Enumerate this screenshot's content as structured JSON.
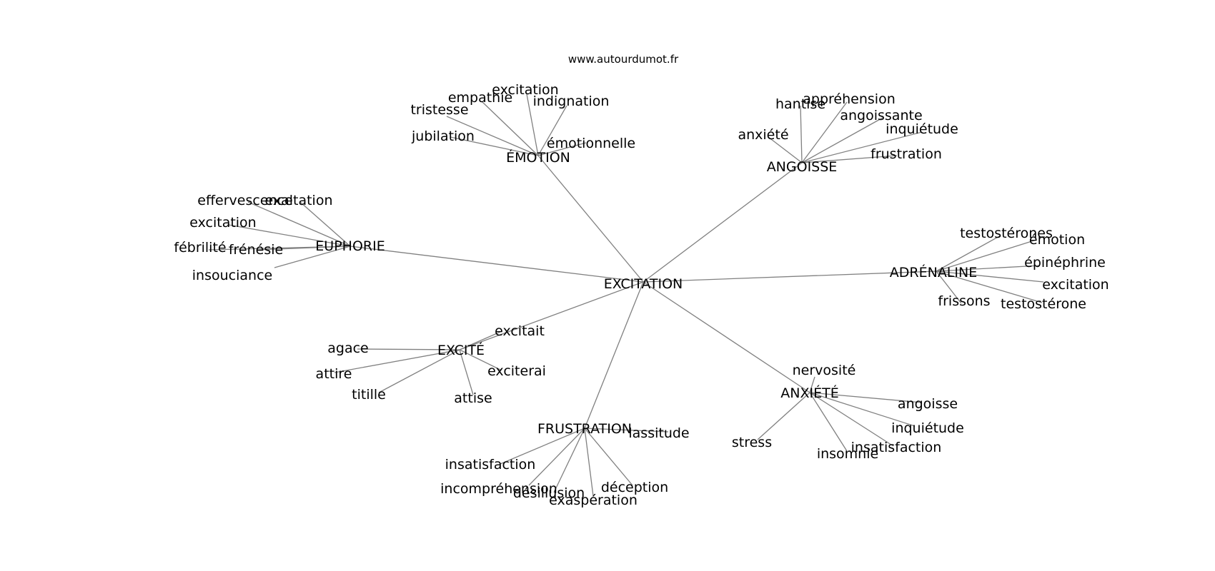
{
  "site": "www.autourdumot.fr",
  "center": "EXCITATION",
  "groups": [
    {
      "hub": "ÉMOTION",
      "words": [
        "tristesse",
        "empathie",
        "excitation",
        "indignation",
        "jubilation",
        "émotionnelle"
      ]
    },
    {
      "hub": "ANGOISSE",
      "words": [
        "hantise",
        "appréhension",
        "angoissante",
        "inquiétude",
        "anxiété",
        "frustration"
      ]
    },
    {
      "hub": "EUPHORIE",
      "words": [
        "effervescence",
        "exaltation",
        "excitation",
        "fébrilité",
        "frénésie",
        "insouciance"
      ]
    },
    {
      "hub": "ADRÉNALINE",
      "words": [
        "testostérones",
        "émotion",
        "épinéphrine",
        "excitation",
        "frissons",
        "testostérone"
      ]
    },
    {
      "hub": "EXCITÉ",
      "words": [
        "excitait",
        "agace",
        "attire",
        "exciterai",
        "titille",
        "attise"
      ]
    },
    {
      "hub": "ANXIÉTÉ",
      "words": [
        "nervosité",
        "angoisse",
        "inquiétude",
        "stress",
        "insatisfaction",
        "insomnie"
      ]
    },
    {
      "hub": "FRUSTRATION",
      "words": [
        "lassitude",
        "insatisfaction",
        "incompréhension",
        "désillusion",
        "déception",
        "exaspération"
      ]
    }
  ]
}
